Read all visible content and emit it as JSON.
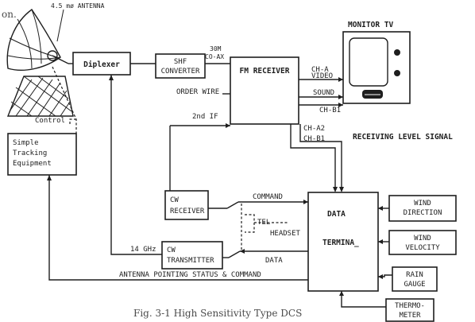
{
  "text_top": "on.",
  "antenna_label": "4.5 mø ANTENNA",
  "control_label": "Control",
  "blocks": {
    "diplexer": "Diplexer",
    "shf_converter": [
      "SHF",
      "CONVERTER"
    ],
    "fm_receiver": "FM RECEIVER",
    "monitor_tv": "MONITOR TV",
    "tracking": [
      "Simple",
      "Tracking",
      "Equipment"
    ],
    "cw_receiver": [
      "CW",
      "RECEIVER"
    ],
    "cw_transmitter": [
      "CW",
      "TRANSMITTER"
    ],
    "data_terminal": [
      "DATA",
      "TERMINA_"
    ],
    "wind_direction": [
      "WIND",
      "DIRECTION"
    ],
    "wind_velocity": [
      "WIND",
      "VELOCITY"
    ],
    "rain_gauge": [
      "RAIN",
      "GAUGE"
    ],
    "thermometer": [
      "THERMO-",
      "METER"
    ]
  },
  "labels": {
    "coax": [
      "30M",
      "CO-AX"
    ],
    "order_wire": "ORDER WIRE",
    "second_if": "2nd IF",
    "ch_a": "CH-A",
    "video": "VIDEO",
    "sound": "SOUND",
    "ch_b1_tv": "CH-B1",
    "ch_a2": "CH-A2",
    "ch_b1": "CH-B1",
    "receiving_level": "RECEIVING LEVEL SIGNAL",
    "command": "COMMAND",
    "tel": "TEL",
    "headset": "HEADSET",
    "data": "DATA",
    "freq": "14 GHz",
    "pointing": "ANTENNA POINTING STATUS & COMMAND"
  },
  "caption": "Fig. 3-1  High Sensitivity Type DCS"
}
